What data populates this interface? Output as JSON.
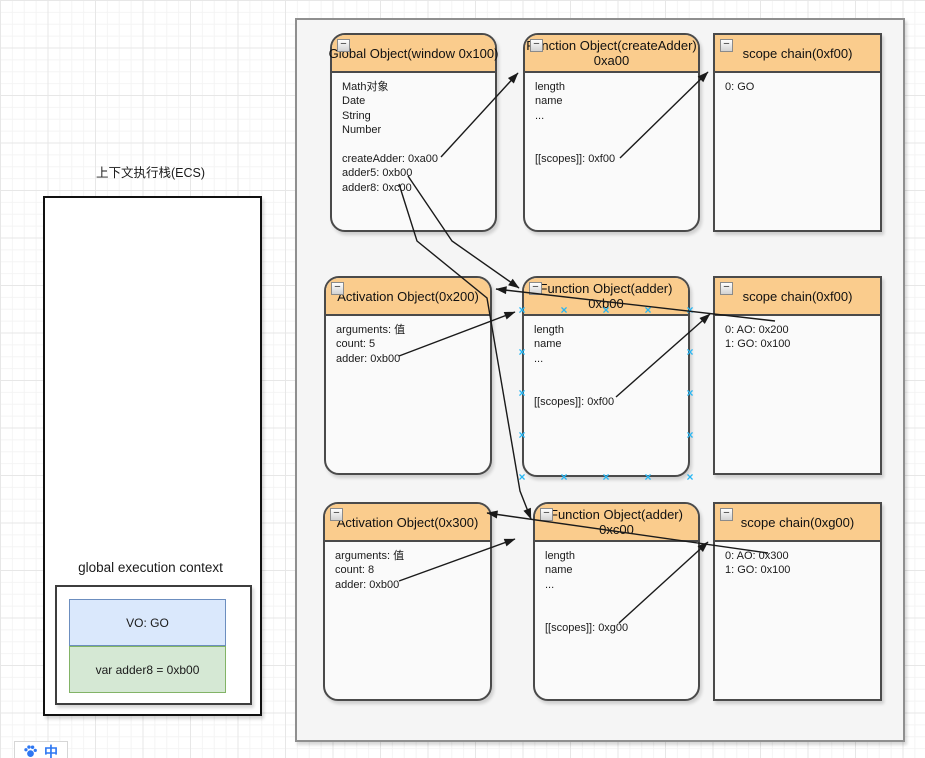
{
  "ecs": {
    "stack_label": "上下文执行栈(ECS)",
    "context_label": "global execution context",
    "vo_label": "VO: GO",
    "var_label": "var adder8 = 0xb00"
  },
  "boxes": [
    {
      "title": [
        "Global Object(window 0x100)"
      ],
      "body": [
        "Math对象",
        "Date",
        "String",
        "Number",
        "",
        "createAdder: 0xa00",
        "adder5: 0xb00",
        "adder8: 0xc00"
      ]
    },
    {
      "title": [
        "Function Object(createAdder)",
        "0xa00"
      ],
      "body": [
        "length",
        "name",
        "...",
        "",
        "",
        "[[scopes]]: 0xf00"
      ]
    },
    {
      "title": [
        "scope chain(0xf00)"
      ],
      "body": [
        "0: GO"
      ]
    },
    {
      "title": [
        "Activation Object(0x200)"
      ],
      "body": [
        "arguments: 值",
        "count: 5",
        "adder: 0xb00"
      ]
    },
    {
      "title": [
        "Function Object(adder)",
        "0xb00"
      ],
      "body": [
        "length",
        "name",
        "...",
        "",
        "",
        "[[scopes]]: 0xf00"
      ]
    },
    {
      "title": [
        "scope chain(0xf00)"
      ],
      "body": [
        "0: AO: 0x200",
        "1: GO: 0x100"
      ]
    },
    {
      "title": [
        "Activation Object(0x300)"
      ],
      "body": [
        "arguments: 值",
        "count: 8",
        "adder: 0xb00"
      ]
    },
    {
      "title": [
        "Function Object(adder)",
        "0xc00"
      ],
      "body": [
        "length",
        "name",
        "...",
        "",
        "",
        "[[scopes]]: 0xg00"
      ]
    },
    {
      "title": [
        "scope chain(0xg00)"
      ],
      "body": [
        "0: AO: 0x300",
        "1: GO: 0x100"
      ]
    }
  ],
  "icons": {
    "collapse": "−",
    "connection_point": "×"
  },
  "ime": {
    "mode": "中"
  },
  "colors": {
    "header_fill": "#facc8d",
    "box_border": "#4a4a4a",
    "vo_fill": "#dae8fc",
    "vo_border": "#6c8ebf",
    "var_fill": "#d5e8d4",
    "var_border": "#82b366",
    "connection_point": "#29b6f2",
    "arrow": "#1a1a1a"
  }
}
